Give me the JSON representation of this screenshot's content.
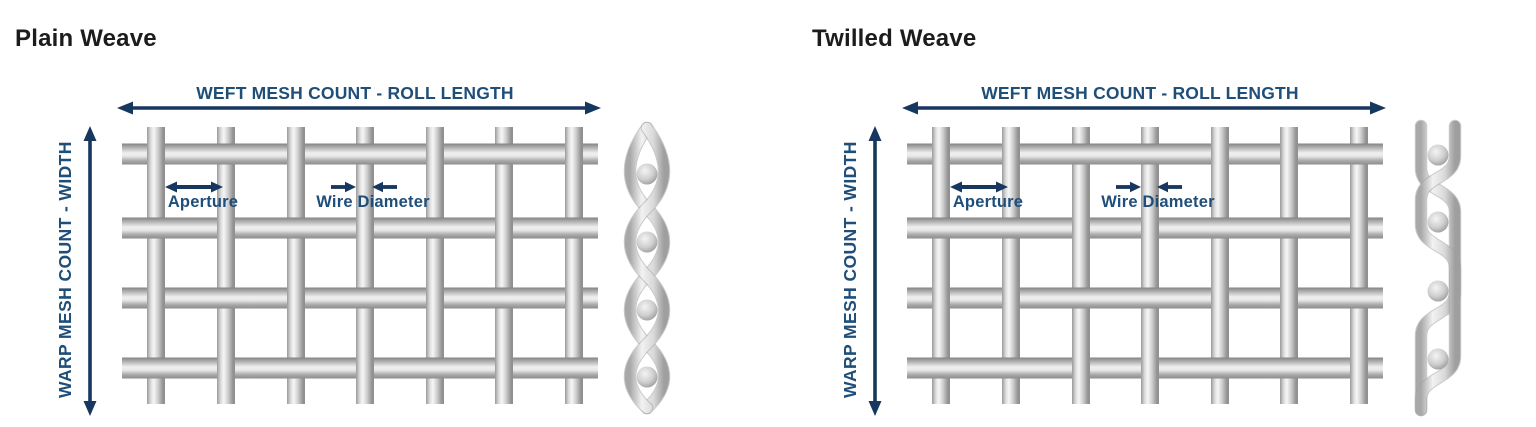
{
  "page": {
    "background": "#ffffff"
  },
  "colors": {
    "title_text": "#1c1c1c",
    "accent_text": "#1f4e79",
    "arrow": "#17375e",
    "wire_light": "#f4f4f4",
    "wire_dark": "#8c8c8c"
  },
  "panels": [
    {
      "id": "plain",
      "title": "Plain Weave",
      "weave_type": "plain",
      "weft_label": "WEFT MESH COUNT - ROLL LENGTH",
      "warp_label": "WARP MESH COUNT - WIDTH",
      "aperture_label": "Aperture",
      "wire_diameter_label": "Wire Diameter"
    },
    {
      "id": "twilled",
      "title": "Twilled Weave",
      "weave_type": "twill",
      "weft_label": "WEFT MESH COUNT - ROLL LENGTH",
      "warp_label": "WARP MESH COUNT - WIDTH",
      "aperture_label": "Aperture",
      "wire_diameter_label": "Wire Diameter"
    }
  ]
}
